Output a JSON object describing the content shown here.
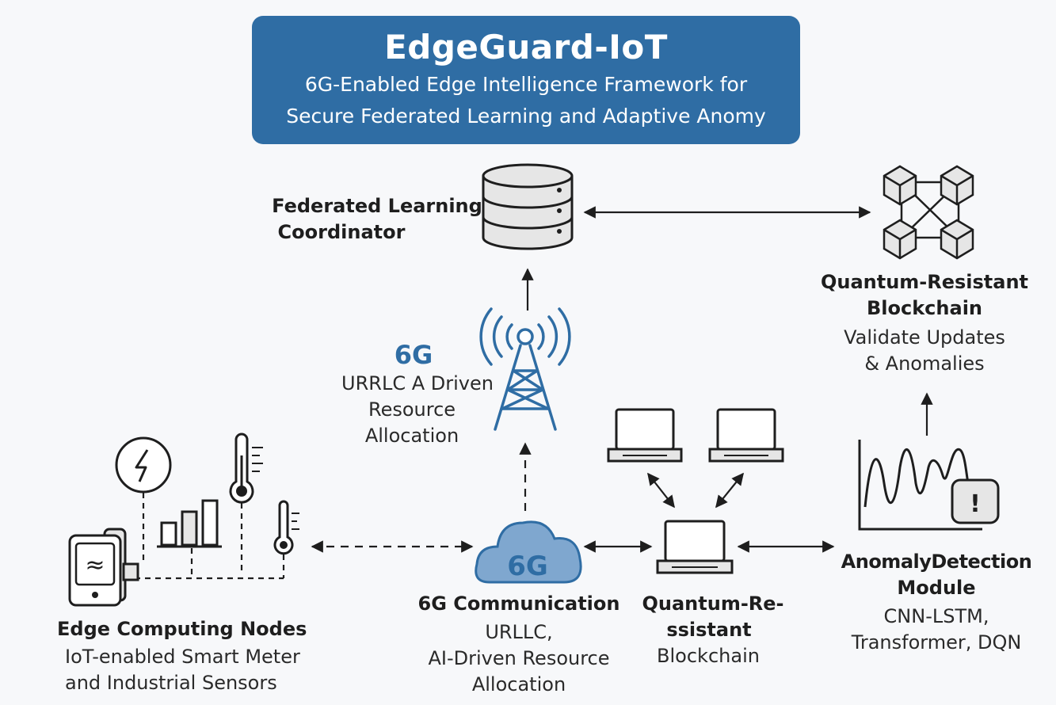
{
  "title": {
    "main": "EdgeGuard-IoT",
    "line1": "6G-Enabled Edge Intelligence Framework for",
    "line2": "Secure Federated Learning and Adaptive Anomy"
  },
  "coordinator": {
    "line1": "Federated Learning",
    "line2": "Coordinator"
  },
  "blockchain_top": {
    "line1": "Quantum-Resistant",
    "line2": "Blockchain",
    "line3": "Validate Updates",
    "line4": "& Anomalies"
  },
  "tower": {
    "heading": "6G",
    "line1": "URRLC A Driven",
    "line2": "Resource",
    "line3": "Allocation"
  },
  "cloud": {
    "badge": "6G",
    "title": "6G Communication",
    "line1": "URLLC,",
    "line2": "AI-Driven Resource",
    "line3": "Allocation"
  },
  "blockchain_bottom": {
    "line1": "Quantum-Re-",
    "line2": "ssistant",
    "line3": "Blockchain"
  },
  "anomaly": {
    "line1": "AnomalyDetection",
    "line2": "Module",
    "line3": "CNN-LSTM,",
    "line4": "Transformer, DQN",
    "alert_symbol": "!"
  },
  "edge": {
    "title": "Edge Computing Nodes",
    "line1": "IoT-enabled Smart Meter",
    "line2": "and Industrial Sensors",
    "device_symbol": "≈"
  },
  "colors": {
    "accent": "#2f6da4",
    "ink": "#1e1e1e",
    "cloud_fill": "#7fa7cf"
  },
  "icons": {
    "database": "database-icon",
    "blockchain": "blockchain-cubes-icon",
    "tower": "radio-tower-icon",
    "cloud": "cloud-icon",
    "laptop": "laptop-icon",
    "chart": "anomaly-chart-icon",
    "alert": "alert-icon",
    "lightning": "lightning-icon",
    "thermometer": "thermometer-icon",
    "bars": "bar-chart-icon",
    "device": "smart-meter-icon"
  }
}
